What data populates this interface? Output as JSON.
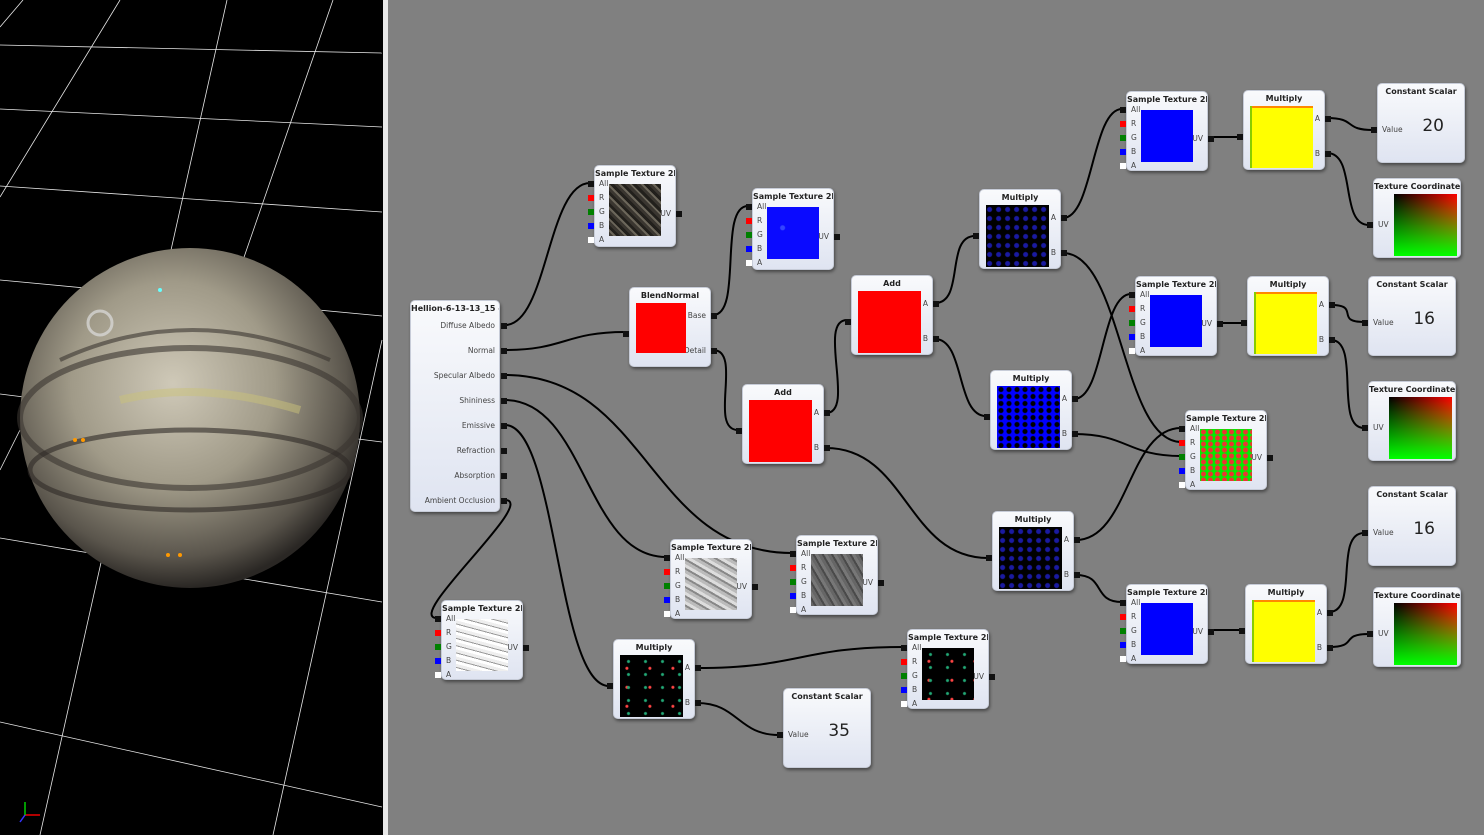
{
  "viewport": {
    "title": "3D preview",
    "axis_icon": "xyz-axis-gizmo-icon"
  },
  "colors": {
    "graph_bg": "#808080",
    "wire": "#000000",
    "port_r": "#ff0000",
    "port_g": "#008000",
    "port_b": "#0000ff",
    "port_a": "#ffffff"
  },
  "nodes": [
    {
      "title": "Hellion-6-13-13_15 - Det",
      "kind": "output",
      "inputs": [
        "Diffuse Albedo",
        "Normal",
        "Specular Albedo",
        "Shininess",
        "Emissive",
        "Refraction",
        "Absorption",
        "Ambient Occlusion"
      ]
    },
    {
      "title": "Sample Texture 2D",
      "kind": "sampler",
      "outputs": [
        "All",
        "R",
        "G",
        "B",
        "A"
      ],
      "inputs": [
        "UV"
      ],
      "preview": "dark-texture"
    },
    {
      "title": "Sample Texture 2D",
      "kind": "sampler",
      "outputs": [
        "All",
        "R",
        "G",
        "B",
        "A"
      ],
      "inputs": [
        "UV"
      ],
      "preview": "blue-noise"
    },
    {
      "title": "BlendNormal",
      "kind": "op",
      "inputs": [
        "Base",
        "Detail"
      ],
      "preview": "red"
    },
    {
      "title": "Add",
      "kind": "op",
      "inputs": [
        "A",
        "B"
      ],
      "preview": "red"
    },
    {
      "title": "Add",
      "kind": "op",
      "inputs": [
        "A",
        "B"
      ],
      "preview": "red"
    },
    {
      "title": "Multiply",
      "kind": "op",
      "inputs": [
        "A",
        "B"
      ],
      "preview": "black-blue"
    },
    {
      "title": "Multiply",
      "kind": "op",
      "inputs": [
        "A",
        "B"
      ],
      "preview": "blue-black"
    },
    {
      "title": "Multiply",
      "kind": "op",
      "inputs": [
        "A",
        "B"
      ],
      "preview": "black-blue"
    },
    {
      "title": "Sample Texture 2D",
      "kind": "sampler",
      "outputs": [
        "All",
        "R",
        "G",
        "B",
        "A"
      ],
      "inputs": [
        "UV"
      ],
      "preview": "blue"
    },
    {
      "title": "Multiply",
      "kind": "op",
      "inputs": [
        "A",
        "B"
      ],
      "preview": "yellow"
    },
    {
      "title": "Constant Scalar",
      "kind": "scalar",
      "inputs": [
        "Value"
      ],
      "value": "20"
    },
    {
      "title": "Texture Coordinate",
      "kind": "texcoord",
      "inputs": [
        "UV"
      ],
      "preview": "uv"
    },
    {
      "title": "Sample Texture 2D",
      "kind": "sampler",
      "outputs": [
        "All",
        "R",
        "G",
        "B",
        "A"
      ],
      "inputs": [
        "UV"
      ],
      "preview": "blue"
    },
    {
      "title": "Multiply",
      "kind": "op",
      "inputs": [
        "A",
        "B"
      ],
      "preview": "yellow"
    },
    {
      "title": "Constant Scalar",
      "kind": "scalar",
      "inputs": [
        "Value"
      ],
      "value": "16"
    },
    {
      "title": "Texture Coordinate",
      "kind": "texcoord",
      "inputs": [
        "UV"
      ],
      "preview": "uv"
    },
    {
      "title": "Sample Texture 2D",
      "kind": "sampler",
      "outputs": [
        "All",
        "R",
        "G",
        "B",
        "A"
      ],
      "inputs": [
        "UV"
      ],
      "preview": "green-red"
    },
    {
      "title": "Constant Scalar",
      "kind": "scalar",
      "inputs": [
        "Value"
      ],
      "value": "16"
    },
    {
      "title": "Sample Texture 2D",
      "kind": "sampler",
      "outputs": [
        "All",
        "R",
        "G",
        "B",
        "A"
      ],
      "inputs": [
        "UV"
      ],
      "preview": "blue"
    },
    {
      "title": "Multiply",
      "kind": "op",
      "inputs": [
        "A",
        "B"
      ],
      "preview": "yellow"
    },
    {
      "title": "Texture Coordinate",
      "kind": "texcoord",
      "inputs": [
        "UV"
      ],
      "preview": "uv"
    },
    {
      "title": "Sample Texture 2D",
      "kind": "sampler",
      "outputs": [
        "All",
        "R",
        "G",
        "B",
        "A"
      ],
      "inputs": [
        "UV"
      ],
      "preview": "gray-texture"
    },
    {
      "title": "Sample Texture 2D",
      "kind": "sampler",
      "outputs": [
        "All",
        "R",
        "G",
        "B",
        "A"
      ],
      "inputs": [
        "UV"
      ],
      "preview": "gray-dark-texture"
    },
    {
      "title": "Sample Texture 2D",
      "kind": "sampler",
      "outputs": [
        "All",
        "R",
        "G",
        "B",
        "A"
      ],
      "inputs": [
        "UV"
      ],
      "preview": "white-sketch"
    },
    {
      "title": "Multiply",
      "kind": "op",
      "inputs": [
        "A",
        "B"
      ],
      "preview": "black-dots"
    },
    {
      "title": "Sample Texture 2D",
      "kind": "sampler",
      "outputs": [
        "All",
        "R",
        "G",
        "B",
        "A"
      ],
      "inputs": [
        "UV"
      ],
      "preview": "black-dots"
    },
    {
      "title": "Constant Scalar",
      "kind": "scalar",
      "inputs": [
        "Value"
      ],
      "value": "35"
    }
  ]
}
